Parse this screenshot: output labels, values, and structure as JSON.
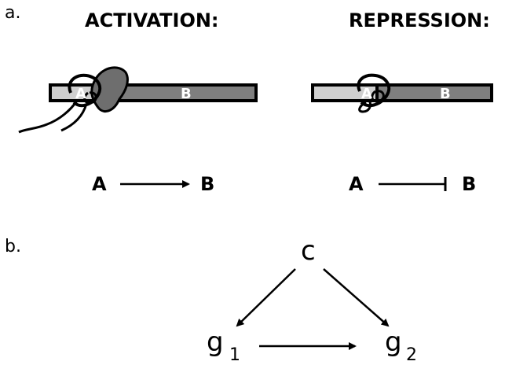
{
  "panel_a": {
    "label": "a.",
    "activation": {
      "title": "ACTIVATION:",
      "bar_label_a": "A",
      "bar_label_b": "B",
      "arrow_source": "A",
      "arrow_target": "B"
    },
    "repression": {
      "title": "REPRESSION:",
      "bar_label_a": "A",
      "bar_label_b": "B",
      "arrow_source": "A",
      "arrow_target": "B"
    }
  },
  "panel_b": {
    "label": "b.",
    "node_top": "c",
    "node_left": "g",
    "node_left_sub": "1",
    "node_right": "g",
    "node_right_sub": "2"
  },
  "colors": {
    "bar_light": "#cfcfcf",
    "bar_dark": "#7f7f7f",
    "outline": "#000000",
    "protein": "#6e6e6e"
  }
}
